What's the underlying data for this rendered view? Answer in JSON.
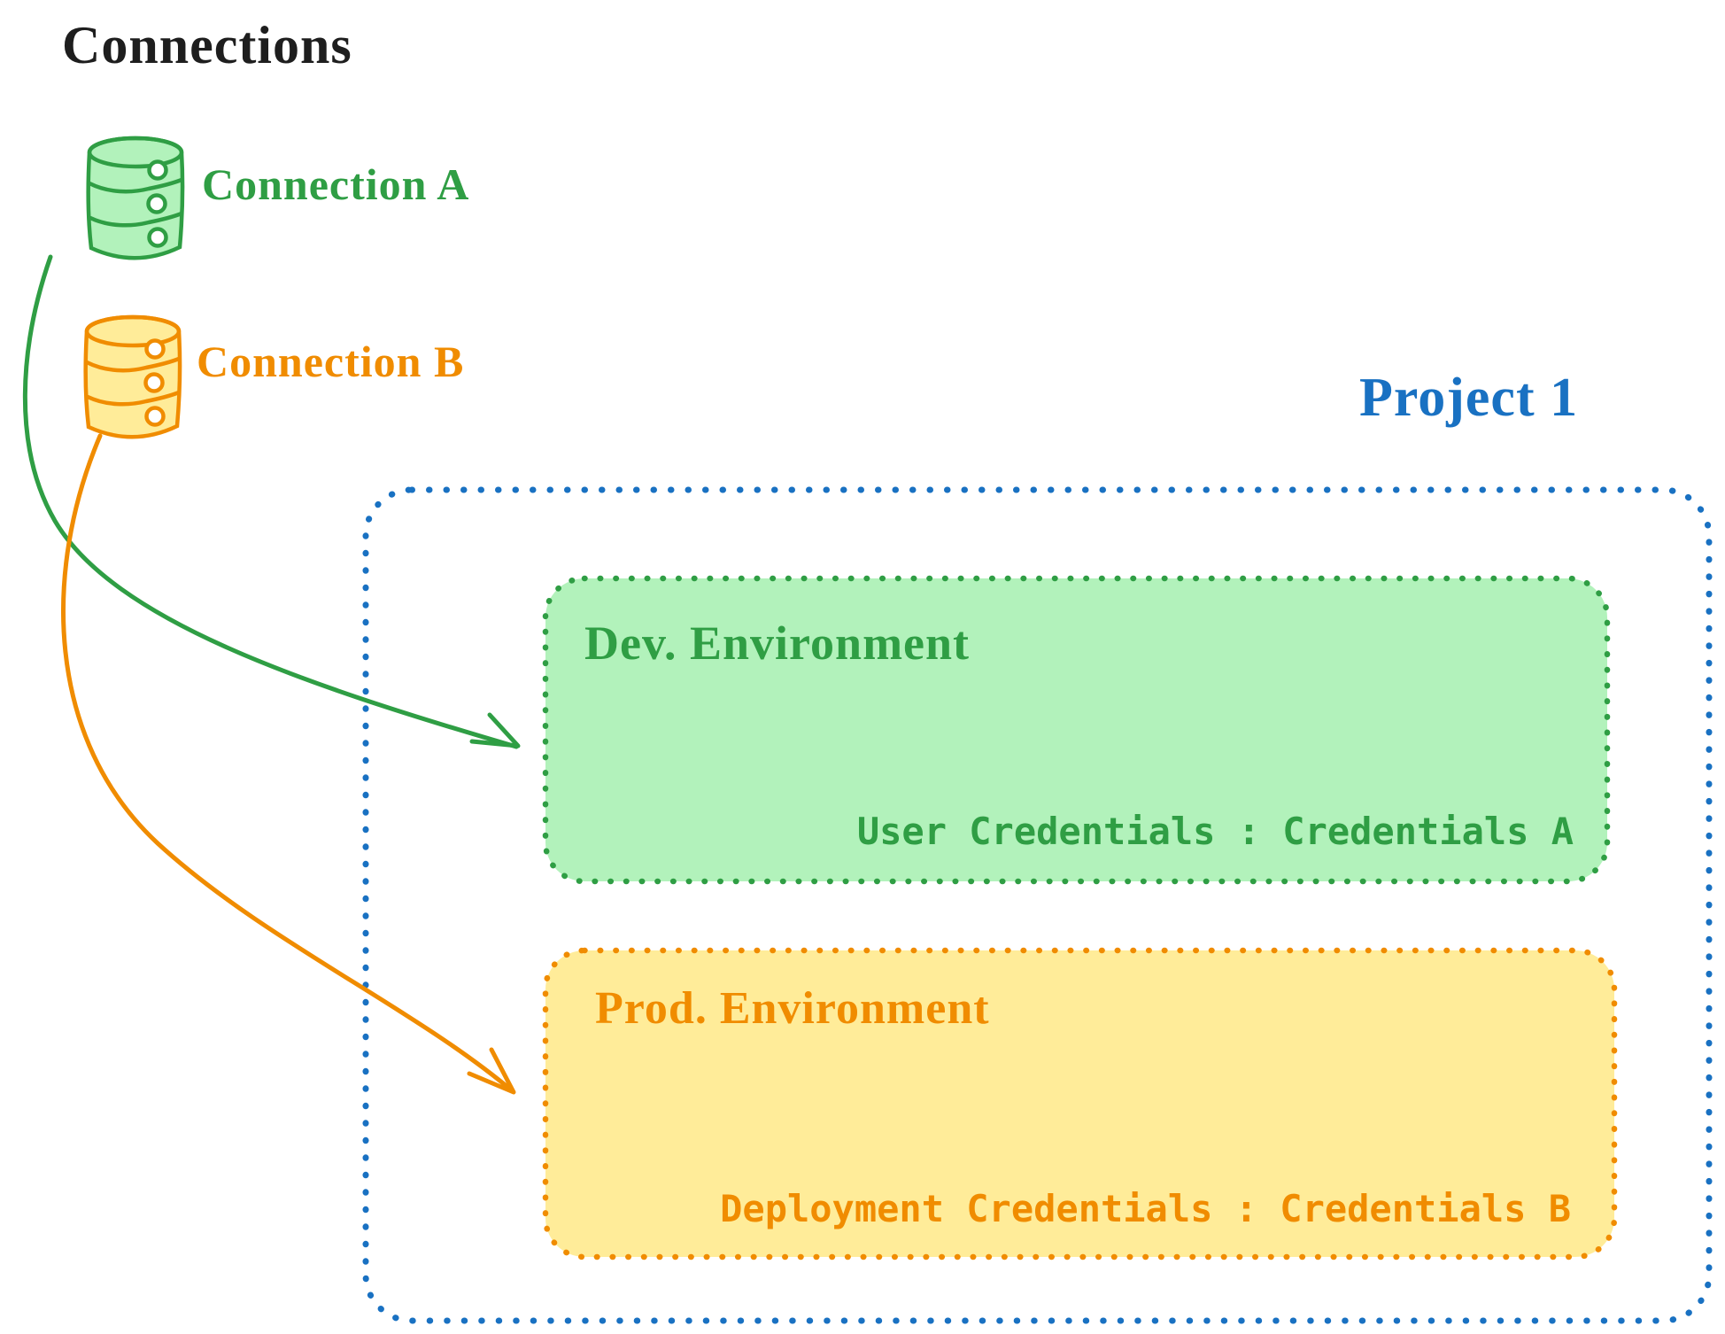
{
  "colors": {
    "bg": "#ffffff",
    "ink": "#1e1e1e",
    "green": "#2f9e44",
    "green_fill": "#b2f2bb",
    "orange": "#f08c00",
    "orange_fill": "#ffec99",
    "blue": "#1971c2"
  },
  "header": {
    "title": "Connections"
  },
  "connections": [
    {
      "id": "a",
      "label": "Connection A",
      "color": "green",
      "icon": "database-icon"
    },
    {
      "id": "b",
      "label": "Connection B",
      "color": "orange",
      "icon": "database-icon"
    }
  ],
  "project": {
    "title": "Project 1",
    "environments": [
      {
        "name": "Dev. Environment",
        "credentials": "User Credentials : Credentials A",
        "color": "green"
      },
      {
        "name": "Prod. Environment",
        "credentials": "Deployment Credentials : Credentials B",
        "color": "orange"
      }
    ]
  },
  "arrows": [
    {
      "from": "Connection A",
      "to": "Dev. Environment",
      "color": "green"
    },
    {
      "from": "Connection B",
      "to": "Prod. Environment",
      "color": "orange"
    }
  ]
}
